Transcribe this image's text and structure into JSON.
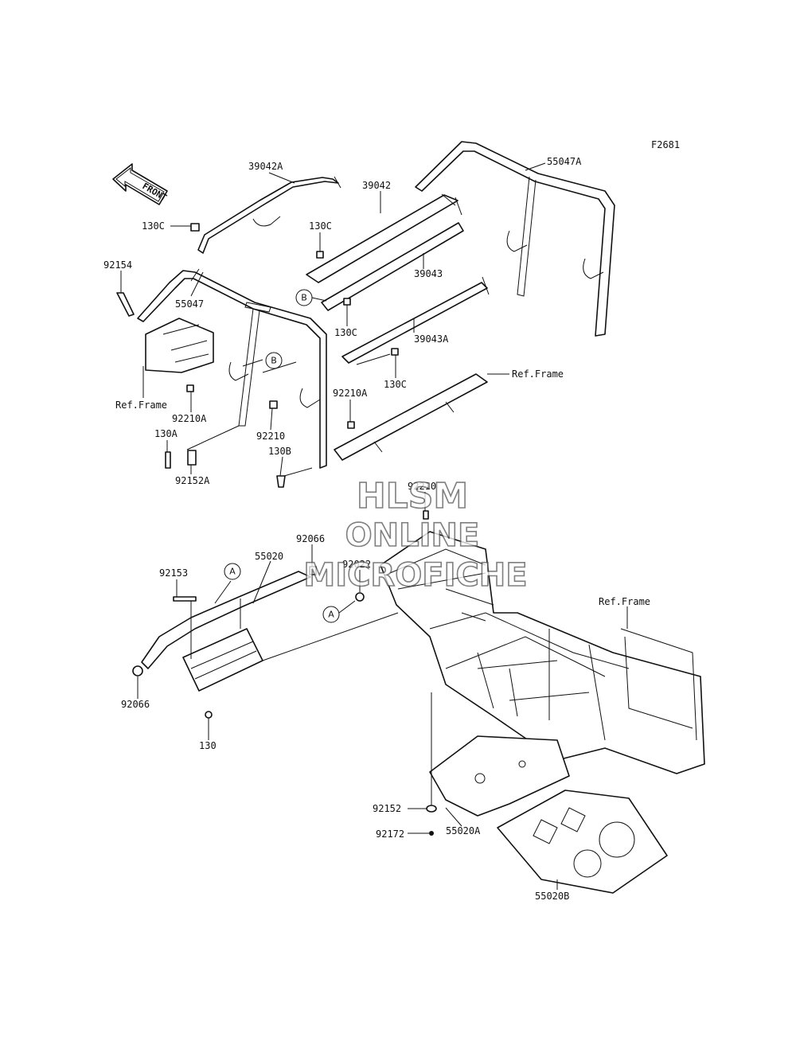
{
  "figure_code": "F2681",
  "front_arrow_label": "FRONT",
  "watermark": [
    "HLSM",
    "ONLINE",
    "MICROFICHE"
  ],
  "parts": {
    "p39042A": "39042A",
    "p55047A": "55047A",
    "p130C_1": "130C",
    "p130C_2": "130C",
    "p39042": "39042",
    "p92154": "92154",
    "p55047": "55047",
    "p39043": "39043",
    "p130C_3": "130C",
    "p39043A": "39043A",
    "p130C_4": "130C",
    "refFrame_1": "Ref.Frame",
    "refFrame_2": "Ref.Frame",
    "p92210A_1": "92210A",
    "p92210A_2": "92210A",
    "p130A": "130A",
    "p92210_1": "92210",
    "p130B": "130B",
    "p92152A": "92152A",
    "p92210_2": "92210",
    "p92066_1": "92066",
    "p55020": "55020",
    "p92153": "92153",
    "p92022": "92022",
    "refFrame_3": "Ref.Frame",
    "p92066_2": "92066",
    "p130": "130",
    "p92152": "92152",
    "p55020A": "55020A",
    "p92172": "92172",
    "p55020B": "55020B"
  },
  "callouts": {
    "A": "A",
    "B": "B"
  }
}
